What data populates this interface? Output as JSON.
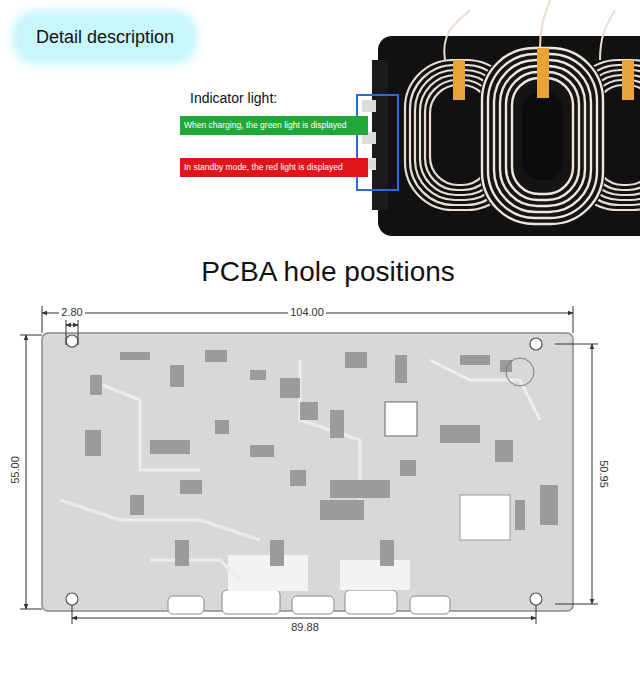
{
  "diagram": {
    "title": "PCBA hole positions",
    "nodes": [
      {
        "text": [
          "Detail description"
        ]
      },
      {
        "text": [
          "When charging, the green light is displayed"
        ]
      },
      {
        "text": [
          "In standby mode, the red light is displayed"
        ]
      }
    ],
    "labels": [
      "Indicator light:",
      "2.80",
      "104.00",
      "55.00",
      "50.95",
      "89.88"
    ]
  }
}
